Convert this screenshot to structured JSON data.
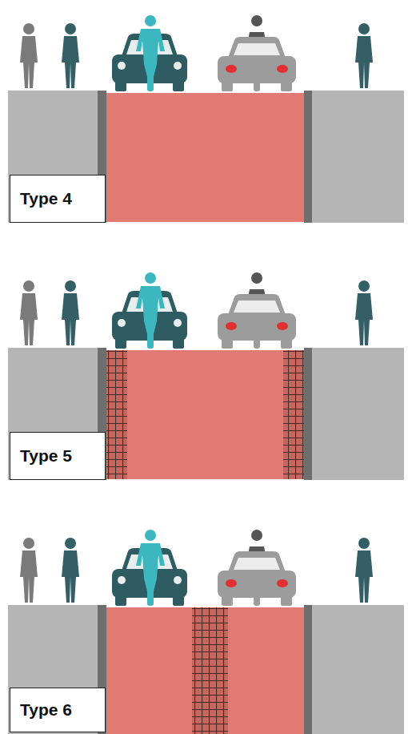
{
  "diagram": {
    "nodes": [
      {
        "text": [
          "Type 4"
        ]
      },
      {
        "text": [
          "Type 5"
        ]
      },
      {
        "text": [
          "Type 6"
        ]
      }
    ]
  }
}
